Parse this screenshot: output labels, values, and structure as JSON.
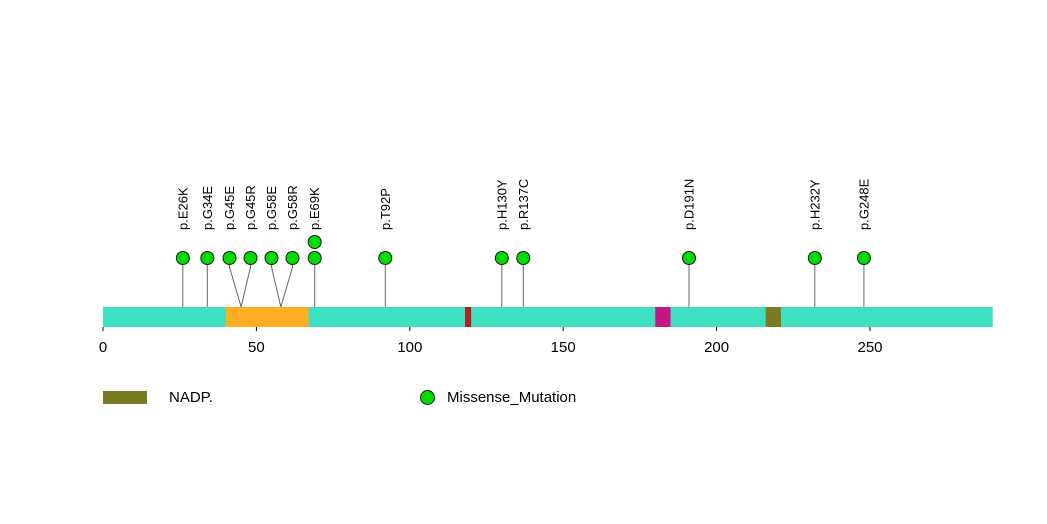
{
  "chart_data": {
    "type": "lollipop",
    "title": "",
    "protein_length": 290,
    "xlim": [
      0,
      290
    ],
    "axis_ticks": [
      0,
      50,
      100,
      150,
      200,
      250
    ],
    "backbone_color": "#3FE0C1",
    "stem_color": "#666666",
    "mutation_color": "#00DB00",
    "mutation_stroke": "#1A1A1A",
    "domains": [
      {
        "name": "orange-domain",
        "start": 40,
        "end": 67,
        "color": "#FFAD21"
      },
      {
        "name": "red-site",
        "start": 118,
        "end": 120,
        "color": "#B22222"
      },
      {
        "name": "magenta-site",
        "start": 180,
        "end": 185,
        "color": "#C71585"
      },
      {
        "name": "nadp-site",
        "start": 216,
        "end": 221,
        "color": "#7B7B21"
      }
    ],
    "mutations": [
      {
        "label": "p.E26K",
        "position": 26,
        "count": 1,
        "type": "Missense_Mutation"
      },
      {
        "label": "p.G34E",
        "position": 34,
        "count": 1,
        "type": "Missense_Mutation"
      },
      {
        "label": "p.G45E",
        "position": 45,
        "count": 1,
        "type": "Missense_Mutation"
      },
      {
        "label": "p.G45R",
        "position": 45,
        "count": 1,
        "type": "Missense_Mutation"
      },
      {
        "label": "p.G58E",
        "position": 58,
        "count": 1,
        "type": "Missense_Mutation"
      },
      {
        "label": "p.G58R",
        "position": 58,
        "count": 1,
        "type": "Missense_Mutation"
      },
      {
        "label": "p.E69K",
        "position": 69,
        "count": 2,
        "type": "Missense_Mutation"
      },
      {
        "label": "p.T92P",
        "position": 92,
        "count": 1,
        "type": "Missense_Mutation"
      },
      {
        "label": "p.H130Y",
        "position": 130,
        "count": 1,
        "type": "Missense_Mutation"
      },
      {
        "label": "p.R137C",
        "position": 137,
        "count": 1,
        "type": "Missense_Mutation"
      },
      {
        "label": "p.D191N",
        "position": 191,
        "count": 1,
        "type": "Missense_Mutation"
      },
      {
        "label": "p.H232Y",
        "position": 232,
        "count": 1,
        "type": "Missense_Mutation"
      },
      {
        "label": "p.G248E",
        "position": 248,
        "count": 1,
        "type": "Missense_Mutation"
      }
    ],
    "legend": [
      {
        "label": "NADP.",
        "shape": "rect",
        "color": "#7B7B21"
      },
      {
        "label": "Missense_Mutation",
        "shape": "circle",
        "color": "#00DB00"
      }
    ],
    "layout_hints": {
      "grid": false,
      "legend_position": "bottom"
    }
  }
}
